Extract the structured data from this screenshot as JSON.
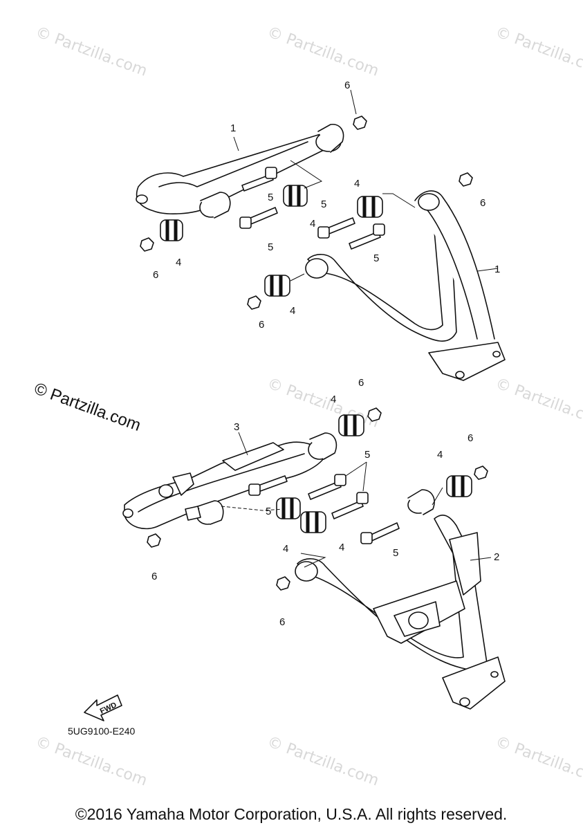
{
  "watermark_text": "© Partzilla.com",
  "callouts": {
    "n1": "1",
    "n2": "2",
    "n3": "3",
    "n4": "4",
    "n5": "5",
    "n6": "6"
  },
  "diagram_code": "5UG9100-E240",
  "fwd_label": "FWD",
  "copyright": "©2016 Yamaha Motor Corporation, U.S.A. All rights reserved."
}
